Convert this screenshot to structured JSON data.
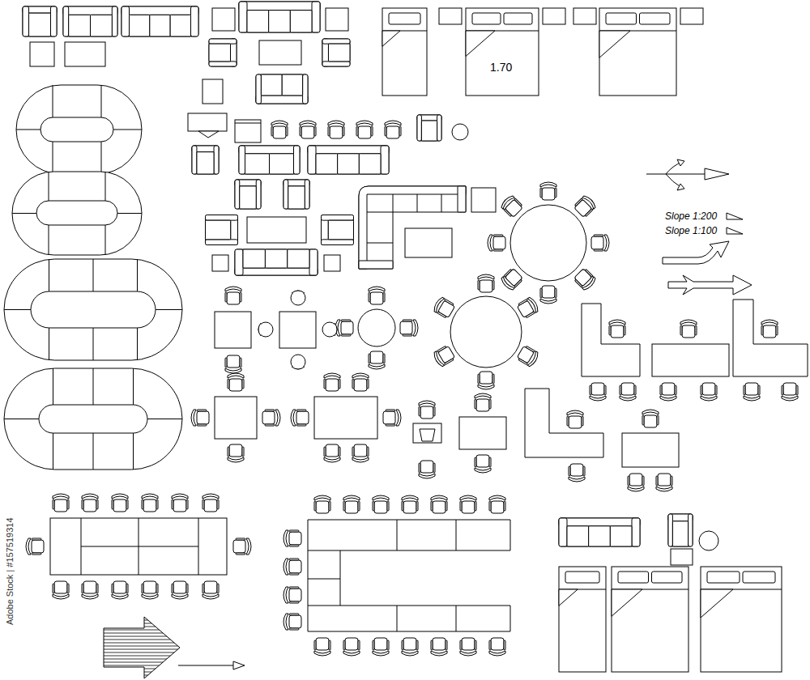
{
  "diagram": {
    "labels": [
      "1.70",
      "Slope 1:200",
      "Slope 1:100",
      "Adobe Stock | #157519314"
    ]
  }
}
